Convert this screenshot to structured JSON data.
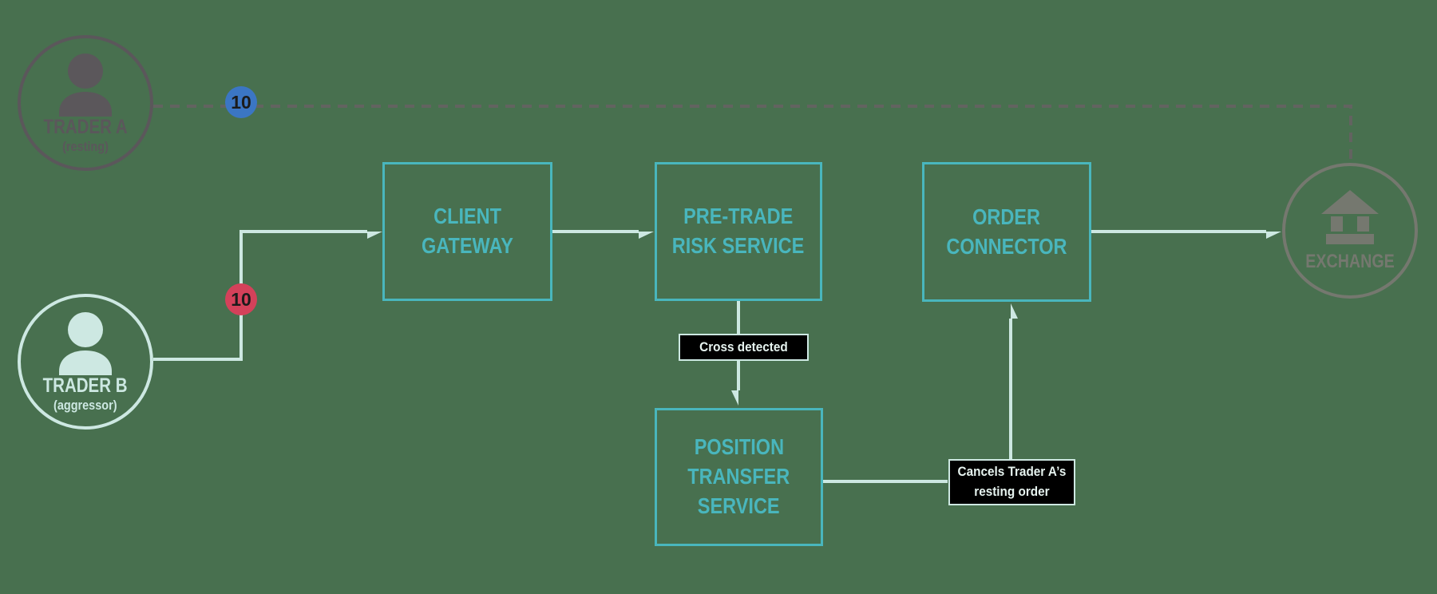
{
  "colors": {
    "background": "#48704f",
    "teal": "#49b6bd",
    "mint": "#cde8e2",
    "mint-text": "#e6f3ef",
    "gray-dash": "#626360",
    "trader-a-gray": "#5b575b",
    "exchange-gray": "#75786f",
    "badge-blue": "#3b76c4",
    "badge-red": "#d4415a",
    "label-bg": "#000000"
  },
  "diagram": {
    "nodes": {
      "trader_a": {
        "label": "TRADER A",
        "sublabel": "(resting)",
        "icon": "person-icon"
      },
      "trader_b": {
        "label": "TRADER B",
        "sublabel": "(aggressor)",
        "icon": "person-icon"
      },
      "client_gateway": {
        "lines": [
          "CLIENT",
          "GATEWAY"
        ]
      },
      "pre_trade_risk": {
        "lines": [
          "PRE-TRADE",
          "RISK SERVICE"
        ]
      },
      "order_connector": {
        "lines": [
          "ORDER",
          "CONNECTOR"
        ]
      },
      "position_transfer": {
        "lines": [
          "POSITION",
          "TRANSFER",
          "SERVICE"
        ]
      },
      "exchange": {
        "label": "EXCHANGE",
        "icon": "bank-icon"
      }
    },
    "badges": {
      "trader_a_qty": {
        "value": "10",
        "color": "#3b76c4"
      },
      "trader_b_qty": {
        "value": "10",
        "color": "#d4415a"
      }
    },
    "annotations": {
      "cross_detected": {
        "lines": [
          "Cross detected"
        ]
      },
      "cancel_note": {
        "lines": [
          "Cancels Trader A’s",
          "resting order"
        ]
      }
    }
  }
}
